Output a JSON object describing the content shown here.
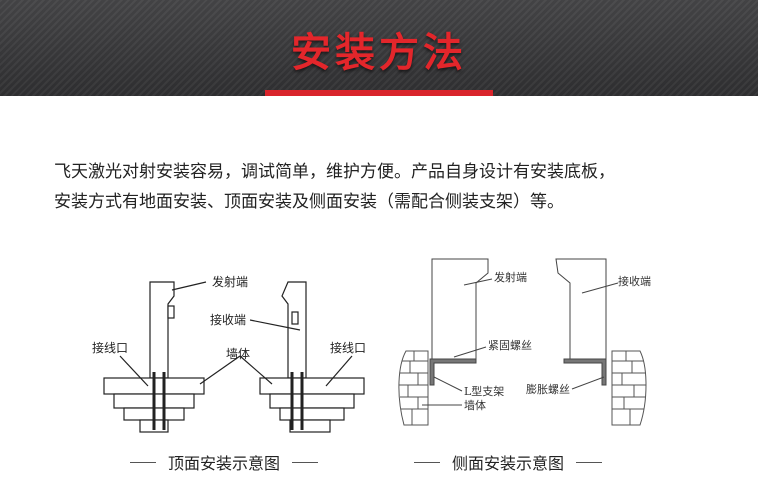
{
  "header": {
    "title": "安装方法"
  },
  "intro": {
    "line1": "飞天激光对射安装容易，调试简单，维护方便。产品自身设计有安装底板，",
    "line2": "安装方式有地面安装、顶面安装及侧面安装（需配合侧装支架）等。"
  },
  "top_diagram": {
    "label_transmitter": "发射端",
    "label_receiver": "接收端",
    "label_wiring_left": "接线口",
    "label_wiring_right": "接线口",
    "label_wall": "墙体",
    "caption": "顶面安装示意图"
  },
  "side_diagram": {
    "label_transmitter": "发射端",
    "label_receiver": "接收端",
    "label_fastening_screw": "紧固螺丝",
    "label_bracket": "L型支架",
    "label_wall": "墙体",
    "label_expansion_screw": "膨胀螺丝",
    "caption": "侧面安装示意图"
  },
  "colors": {
    "banner_bg": "#3a3a3c",
    "accent_red": "#e3262b"
  }
}
